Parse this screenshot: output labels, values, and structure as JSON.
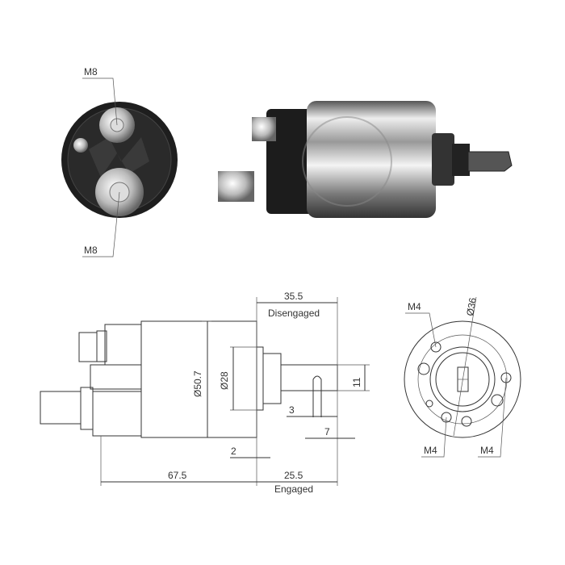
{
  "photos": {
    "front_view": {
      "top_label": "M8",
      "bottom_label": "M8"
    },
    "side_view": {}
  },
  "side_drawing": {
    "disengaged_length": "35.5",
    "disengaged_label": "Disengaged",
    "body_diameter": "Ø50.7",
    "flange_diameter": "Ø28",
    "shaft_height": "11",
    "slot_offset": "3",
    "slot_distance": "7",
    "flange_gap": "2",
    "body_length": "67.5",
    "engaged_length": "25.5",
    "engaged_label": "Engaged"
  },
  "end_drawing": {
    "bolt_label_top": "M4",
    "bolt_label_bottom_left": "M4",
    "bolt_label_bottom_right": "M4",
    "bolt_circle_diameter": "Ø36"
  },
  "colors": {
    "line": "#333333",
    "photo_dark": "#1a1a1a",
    "chrome": "#c8c8c8"
  }
}
